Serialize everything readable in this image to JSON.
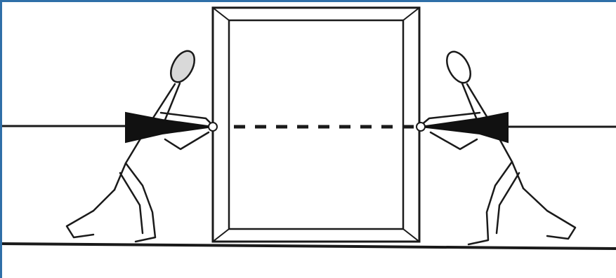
{
  "figure": {
    "frame_color": "#2f6fa8",
    "ink_color": "#111111",
    "stroke_color": "#1a1a1a",
    "head_fill": "#d9d9d9",
    "background": "#ffffff"
  },
  "elements": {
    "left_figure": "stick-figure-pushing",
    "right_figure": "stick-figure-pushing",
    "panel": "rectangular-frame",
    "force_arrows": 2,
    "dashed_line": "line-of-action"
  }
}
